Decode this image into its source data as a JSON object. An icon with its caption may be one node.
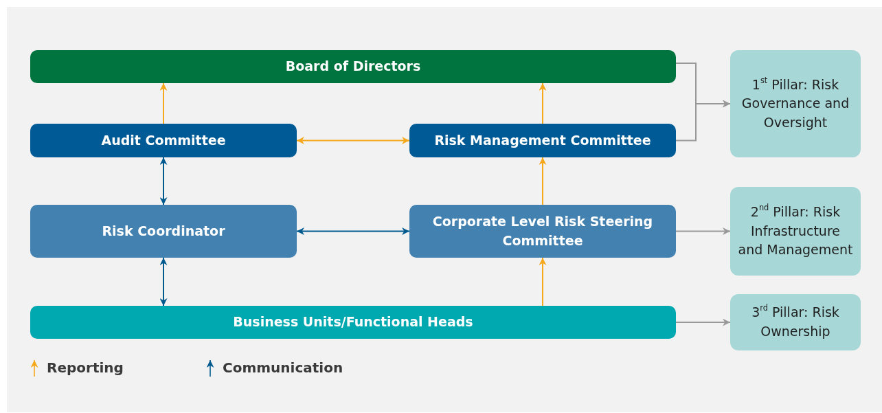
{
  "diagram": {
    "nodes": [
      {
        "text": [
          "Board of Directors"
        ]
      },
      {
        "text": [
          "Audit Committee"
        ]
      },
      {
        "text": [
          "Risk Management Committee"
        ]
      },
      {
        "text": [
          "Risk Coordinator"
        ]
      },
      {
        "text": [
          "Corporate Level Risk Steering Committee"
        ]
      },
      {
        "text": [
          "Business Units/Functional Heads"
        ]
      },
      {
        "text": [
          "1$^{st}$ Pillar: Risk Governance and Oversight"
        ]
      },
      {
        "text": [
          "2$^{nd}$ Pillar: Risk Infrastructure and Management"
        ]
      },
      {
        "text": [
          "3$^{rd}$ Pillar: Risk Ownership"
        ]
      }
    ],
    "edges": [
      {
        "from": 1,
        "to": 0,
        "arrow": "to",
        "color": "#f5a81c"
      },
      {
        "from": 2,
        "to": 0,
        "arrow": "to",
        "color": "#f5a81c"
      },
      {
        "from": 1,
        "to": 2,
        "arrow": "both",
        "color": "#f5a81c"
      },
      {
        "from": 1,
        "to": 3,
        "arrow": "both",
        "color": "#005a8e"
      },
      {
        "from": 3,
        "to": 4,
        "arrow": "both",
        "color": "#005a8e"
      },
      {
        "from": 4,
        "to": 2,
        "arrow": "to",
        "color": "#f5a81c"
      },
      {
        "from": 3,
        "to": 5,
        "arrow": "both",
        "color": "#005a8e"
      },
      {
        "from": 5,
        "to": 4,
        "arrow": "to",
        "color": "#f5a81c"
      },
      {
        "from": 0,
        "to": 6,
        "arrow": "to",
        "color": "#999999"
      },
      {
        "from": 2,
        "to": 6,
        "arrow": "to",
        "color": "#999999"
      },
      {
        "from": 4,
        "to": 7,
        "arrow": "to",
        "color": "#999999"
      },
      {
        "from": 5,
        "to": 8,
        "arrow": "to",
        "color": "#999999"
      }
    ],
    "legend": [
      {
        "text": "Reporting"
      },
      {
        "text": "Communication"
      }
    ]
  }
}
